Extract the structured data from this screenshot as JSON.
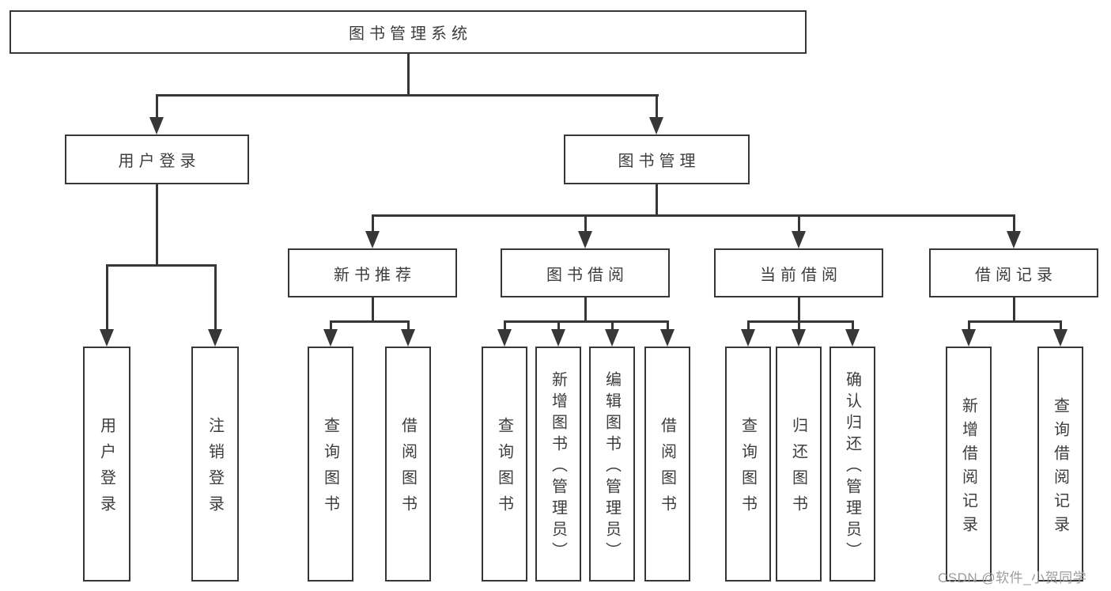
{
  "tree": {
    "label": "图书管理系统",
    "children": [
      {
        "label": "用户登录",
        "children": [
          {
            "label": "用户登录"
          },
          {
            "label": "注销登录"
          }
        ]
      },
      {
        "label": "图书管理",
        "children": [
          {
            "label": "新书推荐",
            "children": [
              {
                "label": "查询图书"
              },
              {
                "label": "借阅图书"
              }
            ]
          },
          {
            "label": "图书借阅",
            "children": [
              {
                "label": "查询图书"
              },
              {
                "label": "新增图书（管理员）"
              },
              {
                "label": "编辑图书（管理员）"
              },
              {
                "label": "借阅图书"
              }
            ]
          },
          {
            "label": "当前借阅",
            "children": [
              {
                "label": "查询图书"
              },
              {
                "label": "归还图书"
              },
              {
                "label": "确认归还（管理员）"
              }
            ]
          },
          {
            "label": "借阅记录",
            "children": [
              {
                "label": "新增借阅记录"
              },
              {
                "label": "查询借阅记录"
              }
            ]
          }
        ]
      }
    ]
  },
  "watermark": {
    "text": "CSDN @软件_小贺同学"
  },
  "colors": {
    "line": "#373737",
    "text": "#3d3d3d",
    "watermark": "#9c9c9c",
    "background": "#ffffff"
  }
}
